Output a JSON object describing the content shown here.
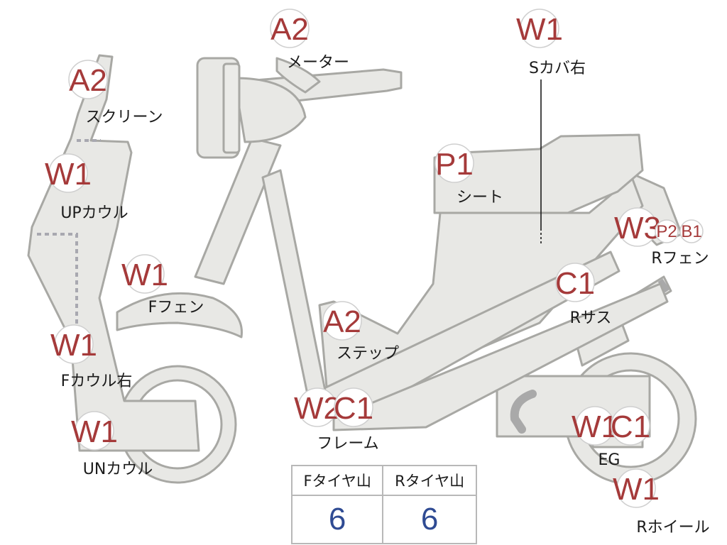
{
  "parts": [
    {
      "id": "meter",
      "codes": [
        "A2"
      ],
      "label": "メーター"
    },
    {
      "id": "side-cover-r",
      "codes": [
        "W1"
      ],
      "label": "Sカバ右"
    },
    {
      "id": "screen",
      "codes": [
        "A2"
      ],
      "label": "スクリーン"
    },
    {
      "id": "up-cowl",
      "codes": [
        "W1"
      ],
      "label": "UPカウル"
    },
    {
      "id": "seat",
      "codes": [
        "P1"
      ],
      "label": "シート"
    },
    {
      "id": "r-fender",
      "codes": [
        "W3",
        "P2",
        "B1"
      ],
      "label": "Rフェン"
    },
    {
      "id": "f-fender",
      "codes": [
        "W1"
      ],
      "label": "Fフェン"
    },
    {
      "id": "r-suspension",
      "codes": [
        "C1"
      ],
      "label": "Rサス"
    },
    {
      "id": "step",
      "codes": [
        "A2"
      ],
      "label": "ステップ"
    },
    {
      "id": "f-cowl-r",
      "codes": [
        "W1"
      ],
      "label": "Fカウル右"
    },
    {
      "id": "frame",
      "codes": [
        "W2",
        "C1"
      ],
      "label": "フレーム"
    },
    {
      "id": "engine",
      "codes": [
        "W1",
        "C1"
      ],
      "label": "EG"
    },
    {
      "id": "un-cowl",
      "codes": [
        "W1"
      ],
      "label": "UNカウル"
    },
    {
      "id": "r-wheel",
      "codes": [
        "W1"
      ],
      "label": "Rホイール"
    }
  ],
  "tires": {
    "front_label": "Fタイヤ山",
    "rear_label": "Rタイヤ山",
    "front_value": "6",
    "rear_value": "6"
  }
}
